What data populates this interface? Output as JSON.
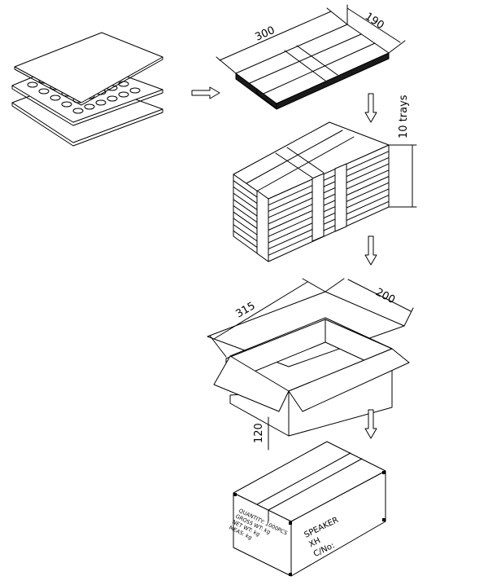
{
  "figure": {
    "tray_dimensions": {
      "length": "300",
      "width": "190"
    },
    "stack_label": "10 trays",
    "carton_dimensions": {
      "length": "315",
      "width": "200",
      "height": "120"
    },
    "carton_label": {
      "quantity": "QUANTITY: 1000PCS",
      "gross_wt": "GROSS WT: kg",
      "net_wt": "NET WT: kg",
      "meas": "MEAS: kg",
      "product": "SPEAKER",
      "brand": "XH",
      "carton_no": "C/No:"
    }
  }
}
